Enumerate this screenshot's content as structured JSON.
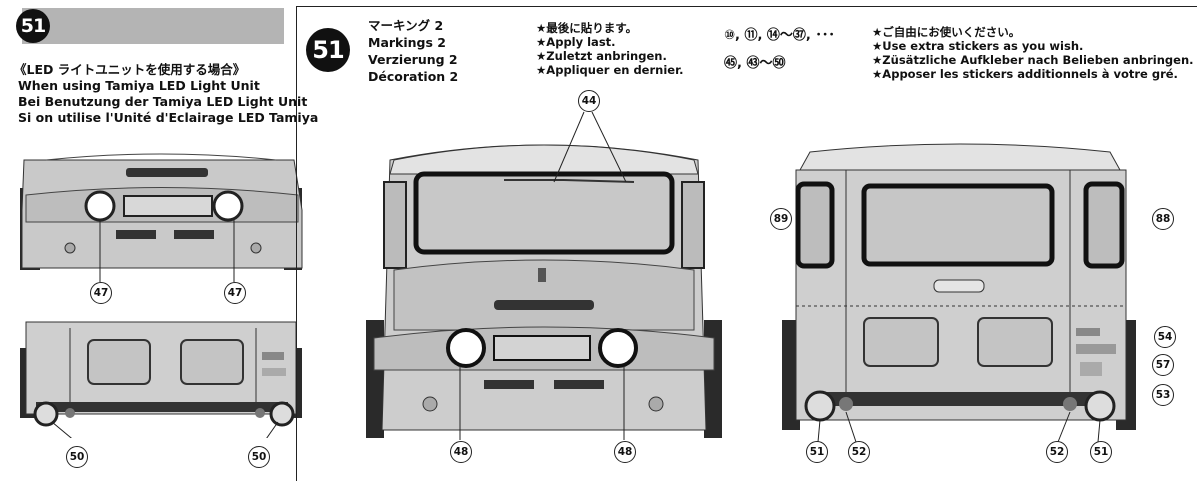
{
  "left_panel": {
    "step_number": "51",
    "heading_jp": "《LED ライトユニットを使用する場合》",
    "heading_en": "When using Tamiya LED Light Unit",
    "heading_de": "Bei Benutzung der Tamiya LED Light Unit",
    "heading_fr": "Si on utilise l'Unité d'Eclairage LED Tamiya",
    "front_callouts": [
      "47",
      "47"
    ],
    "rear_callouts": [
      "50",
      "50"
    ]
  },
  "main_panel": {
    "step_number": "51",
    "title_jp": "マーキング 2",
    "title_en": "Markings 2",
    "title_de": "Verzierung 2",
    "title_fr": "Décoration 2",
    "apply_last": [
      "★最後に貼ります。",
      "★Apply last.",
      "★Zuletzt anbringen.",
      "★Appliquer en dernier."
    ],
    "extra_numbers_line1": "⑩, ⑪, ⑭～㊲, ･･･",
    "extra_numbers_line2": "㊺, ㊸～㊿",
    "extra_notes": [
      "★ご自由にお使いください。",
      "★Use extra stickers as you wish.",
      "★Züsätzliche Aufkleber nach Belieben anbringen.",
      "★Apposer les stickers additionnels à votre gré."
    ],
    "front_callouts": {
      "top": "44",
      "bottom_left": "48",
      "bottom_right": "48"
    },
    "rear_callouts": {
      "left_window": "89",
      "right_window": "88",
      "c54": "54",
      "c57": "57",
      "c53": "53",
      "c51_left": "51",
      "c52_left": "52",
      "c52_right": "52",
      "c51_right": "51"
    }
  }
}
